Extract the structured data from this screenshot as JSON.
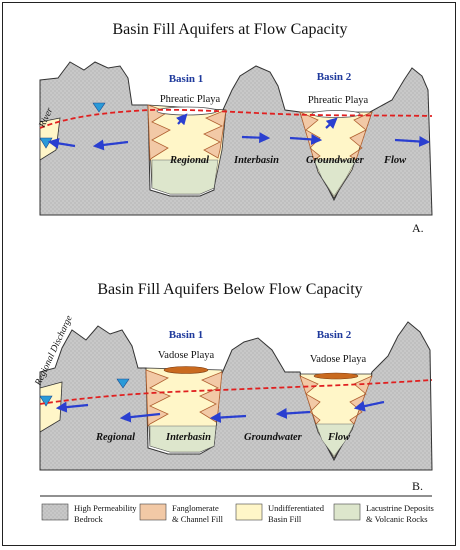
{
  "panel_a": {
    "title": "Basin Fill Aquifers at Flow Capacity",
    "basin1": "Basin 1",
    "basin2": "Basin 2",
    "playa1": "Phreatic Playa",
    "playa2": "Phreatic Playa",
    "river": "River",
    "flow_words": [
      "Regional",
      "Interbasin",
      "Groundwater",
      "Flow"
    ],
    "letter": "A."
  },
  "panel_b": {
    "title": "Basin Fill Aquifers Below Flow Capacity",
    "basin1": "Basin 1",
    "basin2": "Basin 2",
    "playa1": "Vadose Playa",
    "playa2": "Vadose Playa",
    "river": "Regional Discharge",
    "flow_words": [
      "Regional",
      "Interbasin",
      "Groundwater",
      "Flow"
    ],
    "letter": "B."
  },
  "legend": [
    {
      "lines": [
        "High Permeability",
        "Bedrock"
      ],
      "color": "#c8c8c8"
    },
    {
      "lines": [
        "Fanglomerate",
        "& Channel Fill"
      ],
      "color": "#f2c9a6"
    },
    {
      "lines": [
        "Undifferentiated",
        "Basin Fill"
      ],
      "color": "#fff6c8"
    },
    {
      "lines": [
        "Lacustrine Deposits",
        "& Volcanic Rocks"
      ],
      "color": "#dde6cc"
    }
  ],
  "colors": {
    "bedrock": "#c8c8c8",
    "fanglomerate": "#f2c9a6",
    "basin_fill": "#fff6c8",
    "lacustrine": "#dde6cc",
    "water_table": "#e02020",
    "flow_arrow": "#2a3fd0",
    "playa_vadose": "#c96a1f"
  }
}
